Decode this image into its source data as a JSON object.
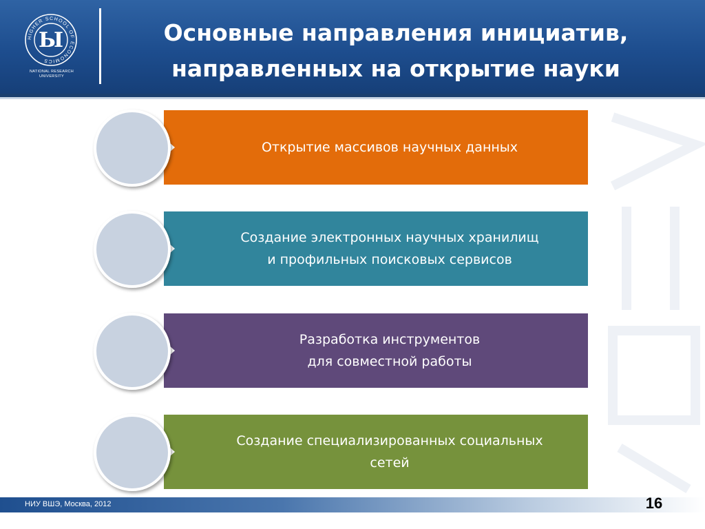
{
  "header": {
    "title_line1": "Основные направления инициатив,",
    "title_line2": "направленных на открытие науки",
    "logo_subtitle_line1": "NATIONAL RESEARCH",
    "logo_subtitle_line2": "UNIVERSITY",
    "logo_ring_text": "HIGHER SCHOOL OF ECONOMICS",
    "logo_monogram": "Ы",
    "background_color": "#1d4d8e"
  },
  "items": [
    {
      "line1": "Открытие массивов научных данных",
      "line2": "",
      "color": "#e36c0a"
    },
    {
      "line1": "Создание электронных научных хранилищ",
      "line2": "и профильных поисковых сервисов",
      "color": "#31859c"
    },
    {
      "line1": "Разработка инструментов",
      "line2": "для совместной работы",
      "color": "#5f497a"
    },
    {
      "line1": "Создание специализированных социальных",
      "line2": "сетей",
      "color": "#76923c"
    }
  ],
  "circle_color": "#c8d2e0",
  "footer": {
    "text": "НИУ ВШЭ, Москва, 2012",
    "page_number": "16"
  }
}
